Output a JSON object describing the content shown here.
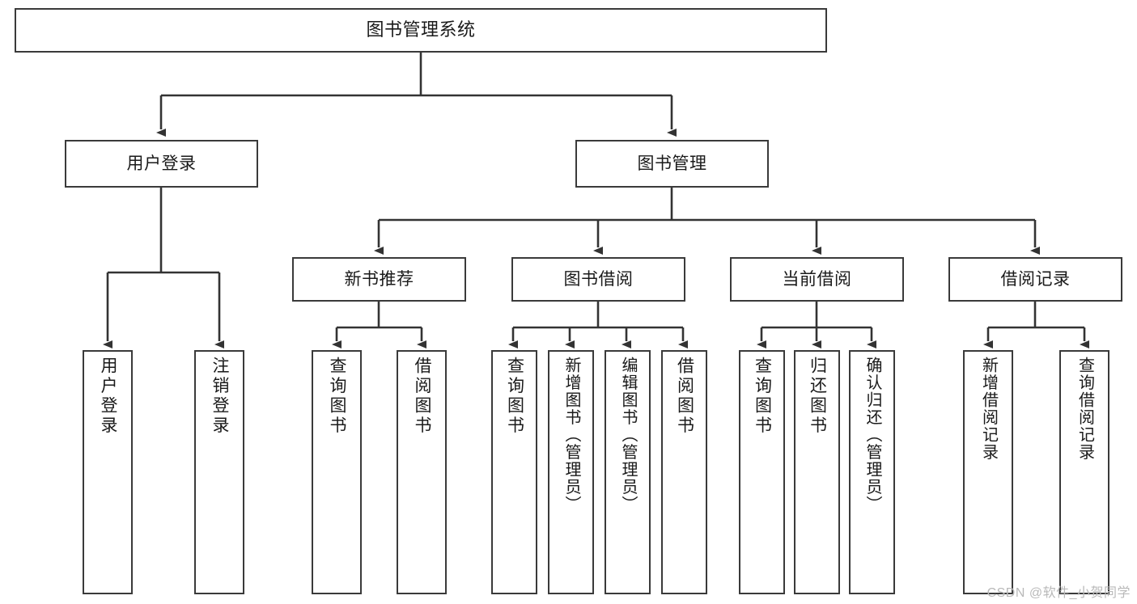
{
  "diagram": {
    "title": "图书管理系统",
    "type": "hierarchy-tree",
    "root": {
      "id": "root",
      "label": "图书管理系统"
    },
    "level2": [
      {
        "id": "user-login",
        "label": "用户登录"
      },
      {
        "id": "book-manage",
        "label": "图书管理"
      }
    ],
    "level3": [
      {
        "id": "new-book-rec",
        "label": "新书推荐",
        "parent": "book-manage"
      },
      {
        "id": "book-borrow",
        "label": "图书借阅",
        "parent": "book-manage"
      },
      {
        "id": "current-borrow",
        "label": "当前借阅",
        "parent": "book-manage"
      },
      {
        "id": "borrow-record",
        "label": "借阅记录",
        "parent": "book-manage"
      }
    ],
    "leaves": [
      {
        "id": "leaf-user-login",
        "label": "用户登录",
        "parent": "user-login"
      },
      {
        "id": "leaf-user-logout",
        "label": "注销登录",
        "parent": "user-login"
      },
      {
        "id": "leaf-query-book-1",
        "label": "查询图书",
        "parent": "new-book-rec"
      },
      {
        "id": "leaf-borrow-book-1",
        "label": "借阅图书",
        "parent": "new-book-rec"
      },
      {
        "id": "leaf-query-book-2",
        "label": "查询图书",
        "parent": "book-borrow"
      },
      {
        "id": "leaf-add-book",
        "label": "新增图书（管理员）",
        "parent": "book-borrow"
      },
      {
        "id": "leaf-edit-book",
        "label": "编辑图书（管理员）",
        "parent": "book-borrow"
      },
      {
        "id": "leaf-borrow-book-2",
        "label": "借阅图书",
        "parent": "book-borrow"
      },
      {
        "id": "leaf-query-book-3",
        "label": "查询图书",
        "parent": "current-borrow"
      },
      {
        "id": "leaf-return-book",
        "label": "归还图书",
        "parent": "current-borrow"
      },
      {
        "id": "leaf-confirm-return",
        "label": "确认归还（管理员）",
        "parent": "current-borrow"
      },
      {
        "id": "leaf-add-record",
        "label": "新增借阅记录",
        "parent": "borrow-record"
      },
      {
        "id": "leaf-query-record",
        "label": "查询借阅记录",
        "parent": "borrow-record"
      }
    ],
    "watermark": "CSDN @软件_小贺同学",
    "colors": {
      "border": "#3a3a3a",
      "background": "#ffffff",
      "text": "#1a1a1a",
      "connector": "#333333",
      "watermark": "#b9b9b9"
    }
  }
}
